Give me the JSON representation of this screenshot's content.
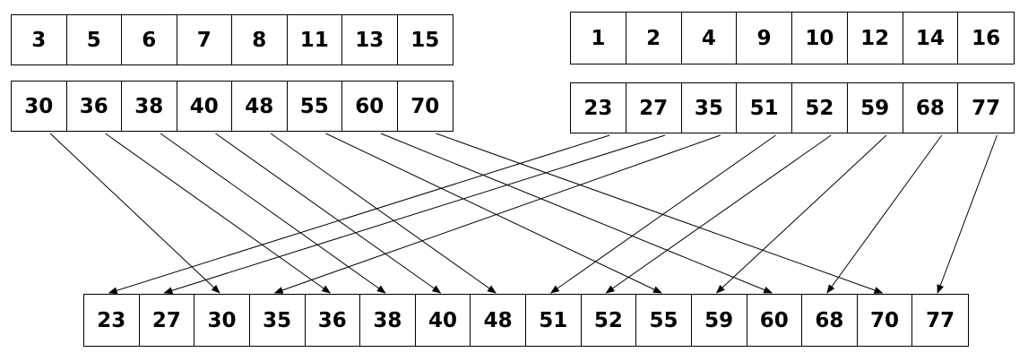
{
  "diagram": {
    "left_top_row": [
      "3",
      "5",
      "6",
      "7",
      "8",
      "11",
      "13",
      "15"
    ],
    "left_bottom_row": [
      "30",
      "36",
      "38",
      "40",
      "48",
      "55",
      "60",
      "70"
    ],
    "right_top_row": [
      "1",
      "2",
      "4",
      "9",
      "10",
      "12",
      "14",
      "16"
    ],
    "right_bottom_row": [
      "23",
      "27",
      "35",
      "51",
      "52",
      "59",
      "68",
      "77"
    ],
    "merged_row": [
      "23",
      "27",
      "30",
      "35",
      "36",
      "38",
      "40",
      "48",
      "51",
      "52",
      "55",
      "59",
      "60",
      "68",
      "70",
      "77"
    ],
    "arrows": [
      {
        "from_row": "left_bottom_row",
        "from_index": 0,
        "to_index": 2
      },
      {
        "from_row": "left_bottom_row",
        "from_index": 1,
        "to_index": 4
      },
      {
        "from_row": "left_bottom_row",
        "from_index": 2,
        "to_index": 5
      },
      {
        "from_row": "left_bottom_row",
        "from_index": 3,
        "to_index": 6
      },
      {
        "from_row": "left_bottom_row",
        "from_index": 4,
        "to_index": 7
      },
      {
        "from_row": "left_bottom_row",
        "from_index": 5,
        "to_index": 10
      },
      {
        "from_row": "left_bottom_row",
        "from_index": 6,
        "to_index": 12
      },
      {
        "from_row": "left_bottom_row",
        "from_index": 7,
        "to_index": 14
      },
      {
        "from_row": "right_bottom_row",
        "from_index": 0,
        "to_index": 0
      },
      {
        "from_row": "right_bottom_row",
        "from_index": 1,
        "to_index": 1
      },
      {
        "from_row": "right_bottom_row",
        "from_index": 2,
        "to_index": 3
      },
      {
        "from_row": "right_bottom_row",
        "from_index": 3,
        "to_index": 8
      },
      {
        "from_row": "right_bottom_row",
        "from_index": 4,
        "to_index": 9
      },
      {
        "from_row": "right_bottom_row",
        "from_index": 5,
        "to_index": 11
      },
      {
        "from_row": "right_bottom_row",
        "from_index": 6,
        "to_index": 13
      },
      {
        "from_row": "right_bottom_row",
        "from_index": 7,
        "to_index": 15
      }
    ]
  }
}
